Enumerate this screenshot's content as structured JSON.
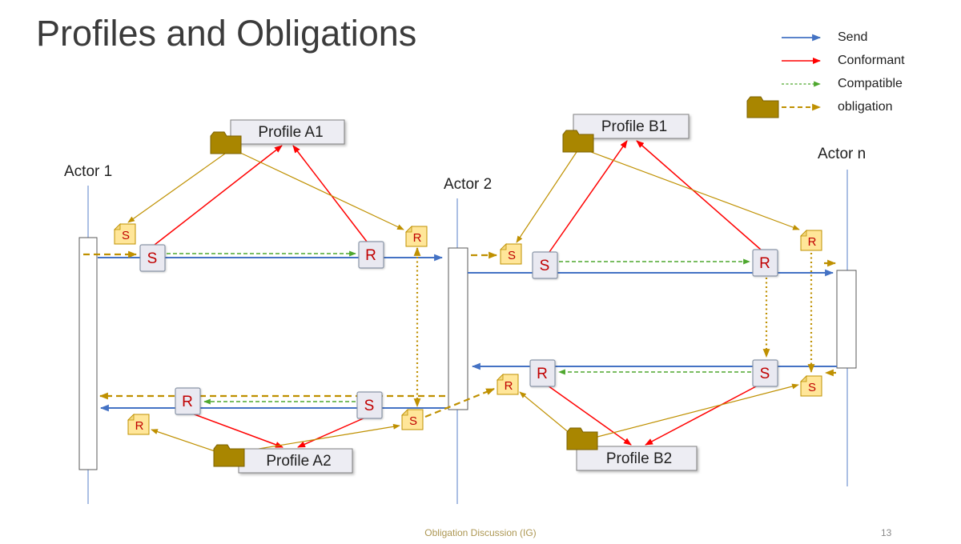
{
  "slide": {
    "title": "Profiles and Obligations",
    "footer": "Obligation Discussion (IG)",
    "page_number": "13"
  },
  "legend": {
    "items": [
      {
        "id": "send",
        "label": "Send"
      },
      {
        "id": "conformant",
        "label": "Conformant"
      },
      {
        "id": "compatible",
        "label": "Compatible"
      },
      {
        "id": "obligation",
        "label": "obligation"
      }
    ]
  },
  "actors": {
    "actor1": {
      "label": "Actor 1"
    },
    "actor2": {
      "label": "Actor 2"
    },
    "actorn": {
      "label": "Actor n"
    }
  },
  "profiles": {
    "a1": {
      "label": "Profile A1"
    },
    "b1": {
      "label": "Profile B1"
    },
    "a2": {
      "label": "Profile A2"
    },
    "b2": {
      "label": "Profile B2"
    }
  },
  "endpoints": {
    "send": "S",
    "receive": "R"
  },
  "colors": {
    "send": "#4472C4",
    "conformant": "#FF0000",
    "compatible": "#4EA72E",
    "obligation": "#BF9000",
    "note_fill": "#FFE699",
    "endpoint_fill": "#E9E9F1",
    "lifeline": "#8FAADC",
    "letter": "#C00000"
  }
}
